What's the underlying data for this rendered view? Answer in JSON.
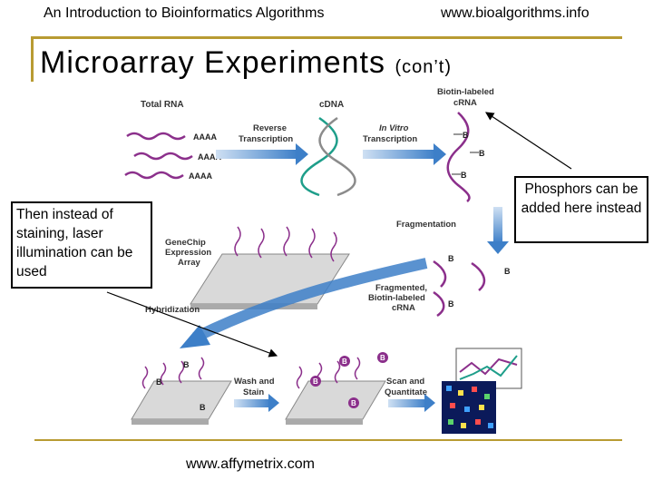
{
  "header": {
    "left": "An Introduction to Bioinformatics Algorithms",
    "right": "www.bioalgorithms.info"
  },
  "slide": {
    "title": "Microarray Experiments",
    "title_suffix": "(con’t)"
  },
  "diagram": {
    "total_rna": "Total RNA",
    "cdna": "cDNA",
    "biotin_crna_1": "Biotin-labeled",
    "biotin_crna_2": "cRNA",
    "reverse_1": "Reverse",
    "reverse_2": "Transcription",
    "invitro_1": "In Vitro",
    "invitro_2": "Transcription",
    "fragmentation": "Fragmentation",
    "genechip_1": "GeneChip",
    "genechip_2": "Expression",
    "genechip_3": "Array",
    "hybridization": "Hybridization",
    "frag_1": "Fragmented,",
    "frag_2": "Biotin-labeled",
    "frag_3": "cRNA",
    "wash_1": "Wash and",
    "wash_2": "Stain",
    "scan_1": "Scan and",
    "scan_2": "Quantitate",
    "polya": "AAAA",
    "b": "B"
  },
  "callouts": {
    "left": "Then instead of staining, laser illumination can be used",
    "right": "Phosphors can be added here instead"
  },
  "footer": "www.affymetrix.com",
  "colors": {
    "accent_rule": "#b89b32",
    "rna": "#8b2f8b",
    "dna_teal": "#1e9e8a",
    "arrow_blue": "#3d7fc8"
  }
}
